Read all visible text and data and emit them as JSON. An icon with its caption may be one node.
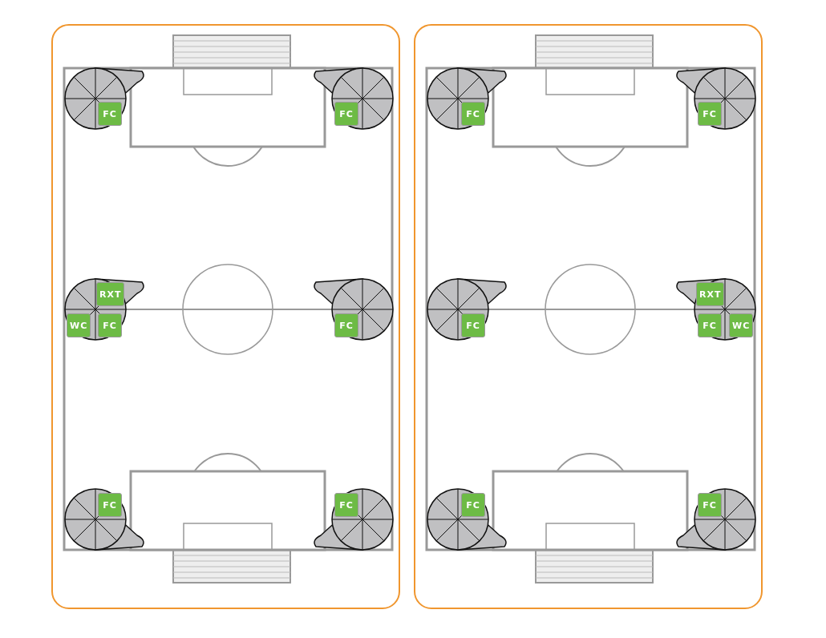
{
  "diagram": {
    "nodes": [
      {
        "text": [],
        "shape": "box"
      },
      {
        "text": [
          "FC"
        ],
        "in": 0
      },
      {
        "text": [
          "FC"
        ],
        "in": 0
      },
      {
        "text": [
          "RXT"
        ],
        "in": 0
      },
      {
        "text": [
          "WC"
        ],
        "in": 0
      },
      {
        "text": [
          "FC"
        ],
        "in": 0
      },
      {
        "text": [
          "FC"
        ],
        "in": 0
      },
      {
        "text": [
          "FC"
        ],
        "in": 0
      },
      {
        "text": [
          "FC"
        ],
        "in": 0
      },
      {
        "text": [],
        "shape": "box"
      },
      {
        "text": [
          "FC"
        ],
        "in": 9
      },
      {
        "text": [
          "FC"
        ],
        "in": 9
      },
      {
        "text": [
          "RXT"
        ],
        "in": 9
      },
      {
        "text": [
          "FC"
        ],
        "in": 9
      },
      {
        "text": [
          "FC"
        ],
        "in": 9
      },
      {
        "text": [
          "WC"
        ],
        "in": 9
      },
      {
        "text": [
          "FC"
        ],
        "in": 9
      },
      {
        "text": [
          "FC"
        ],
        "in": 9
      }
    ]
  }
}
